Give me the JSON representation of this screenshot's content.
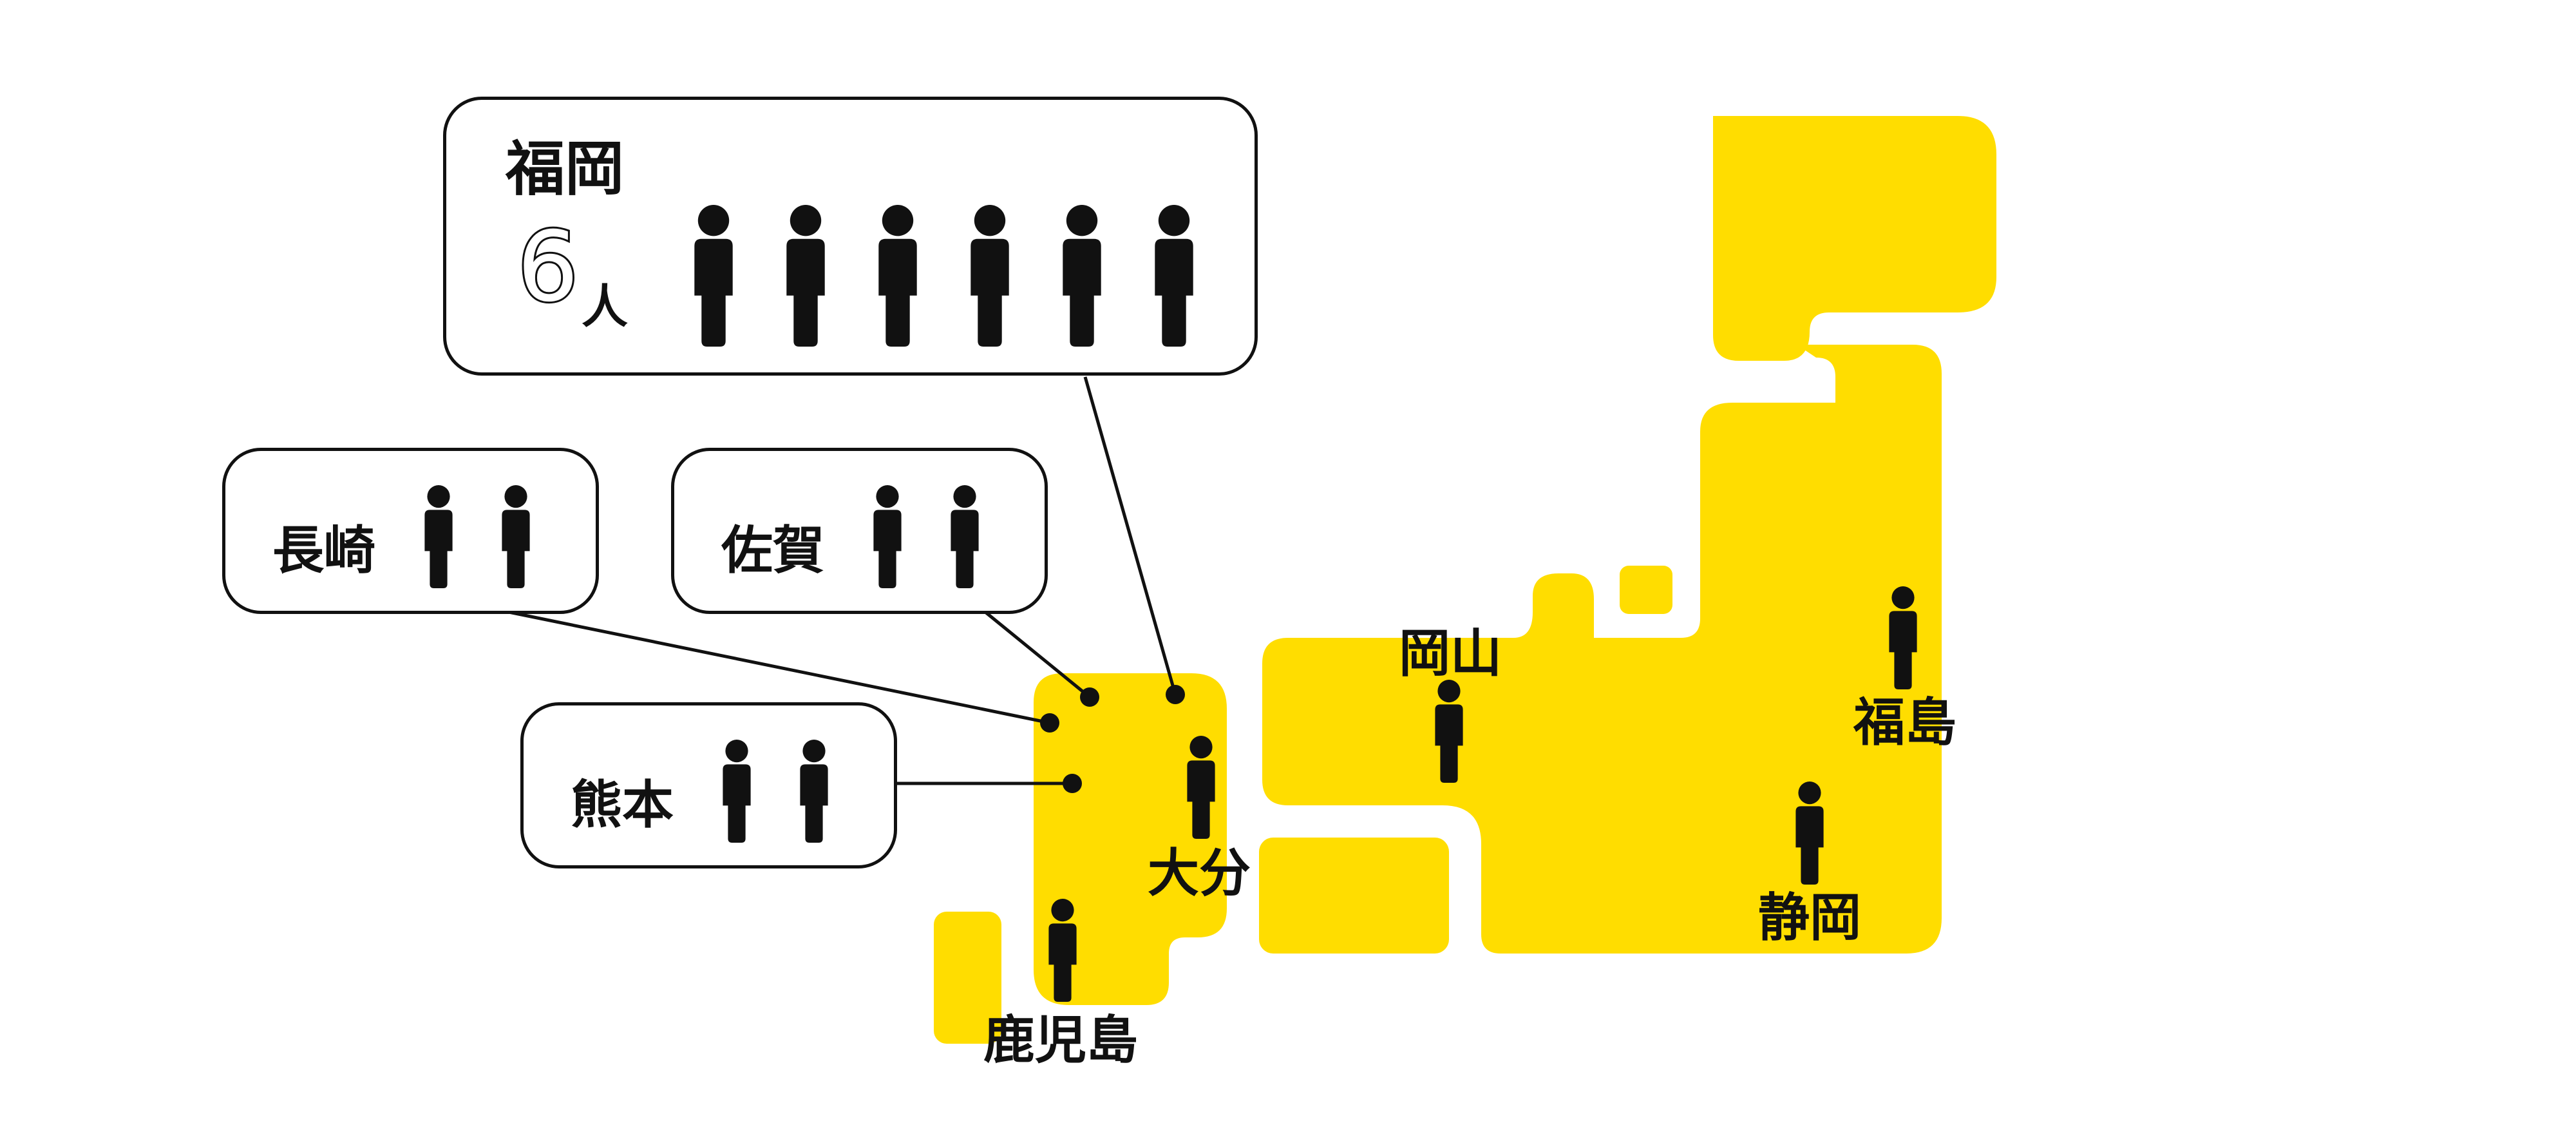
{
  "colors": {
    "land": "#FFDD00",
    "ink": "#111111",
    "background": "#FFFFFF"
  },
  "icon": "person-icon",
  "callouts": {
    "fukuoka": {
      "label": "福岡",
      "count": "6",
      "unit": "人",
      "people": 6
    },
    "nagasaki": {
      "label": "長崎",
      "people": 2
    },
    "saga": {
      "label": "佐賀",
      "people": 2
    },
    "kumamoto": {
      "label": "熊本",
      "people": 2
    }
  },
  "map_labels": {
    "okayama": "岡山",
    "fukushima": "福島",
    "oita": "大分",
    "shizuoka": "静岡",
    "kagoshima": "鹿児島"
  },
  "map_people": {
    "okayama": 1,
    "fukushima": 1,
    "oita": 1,
    "shizuoka": 1,
    "kagoshima": 1
  }
}
